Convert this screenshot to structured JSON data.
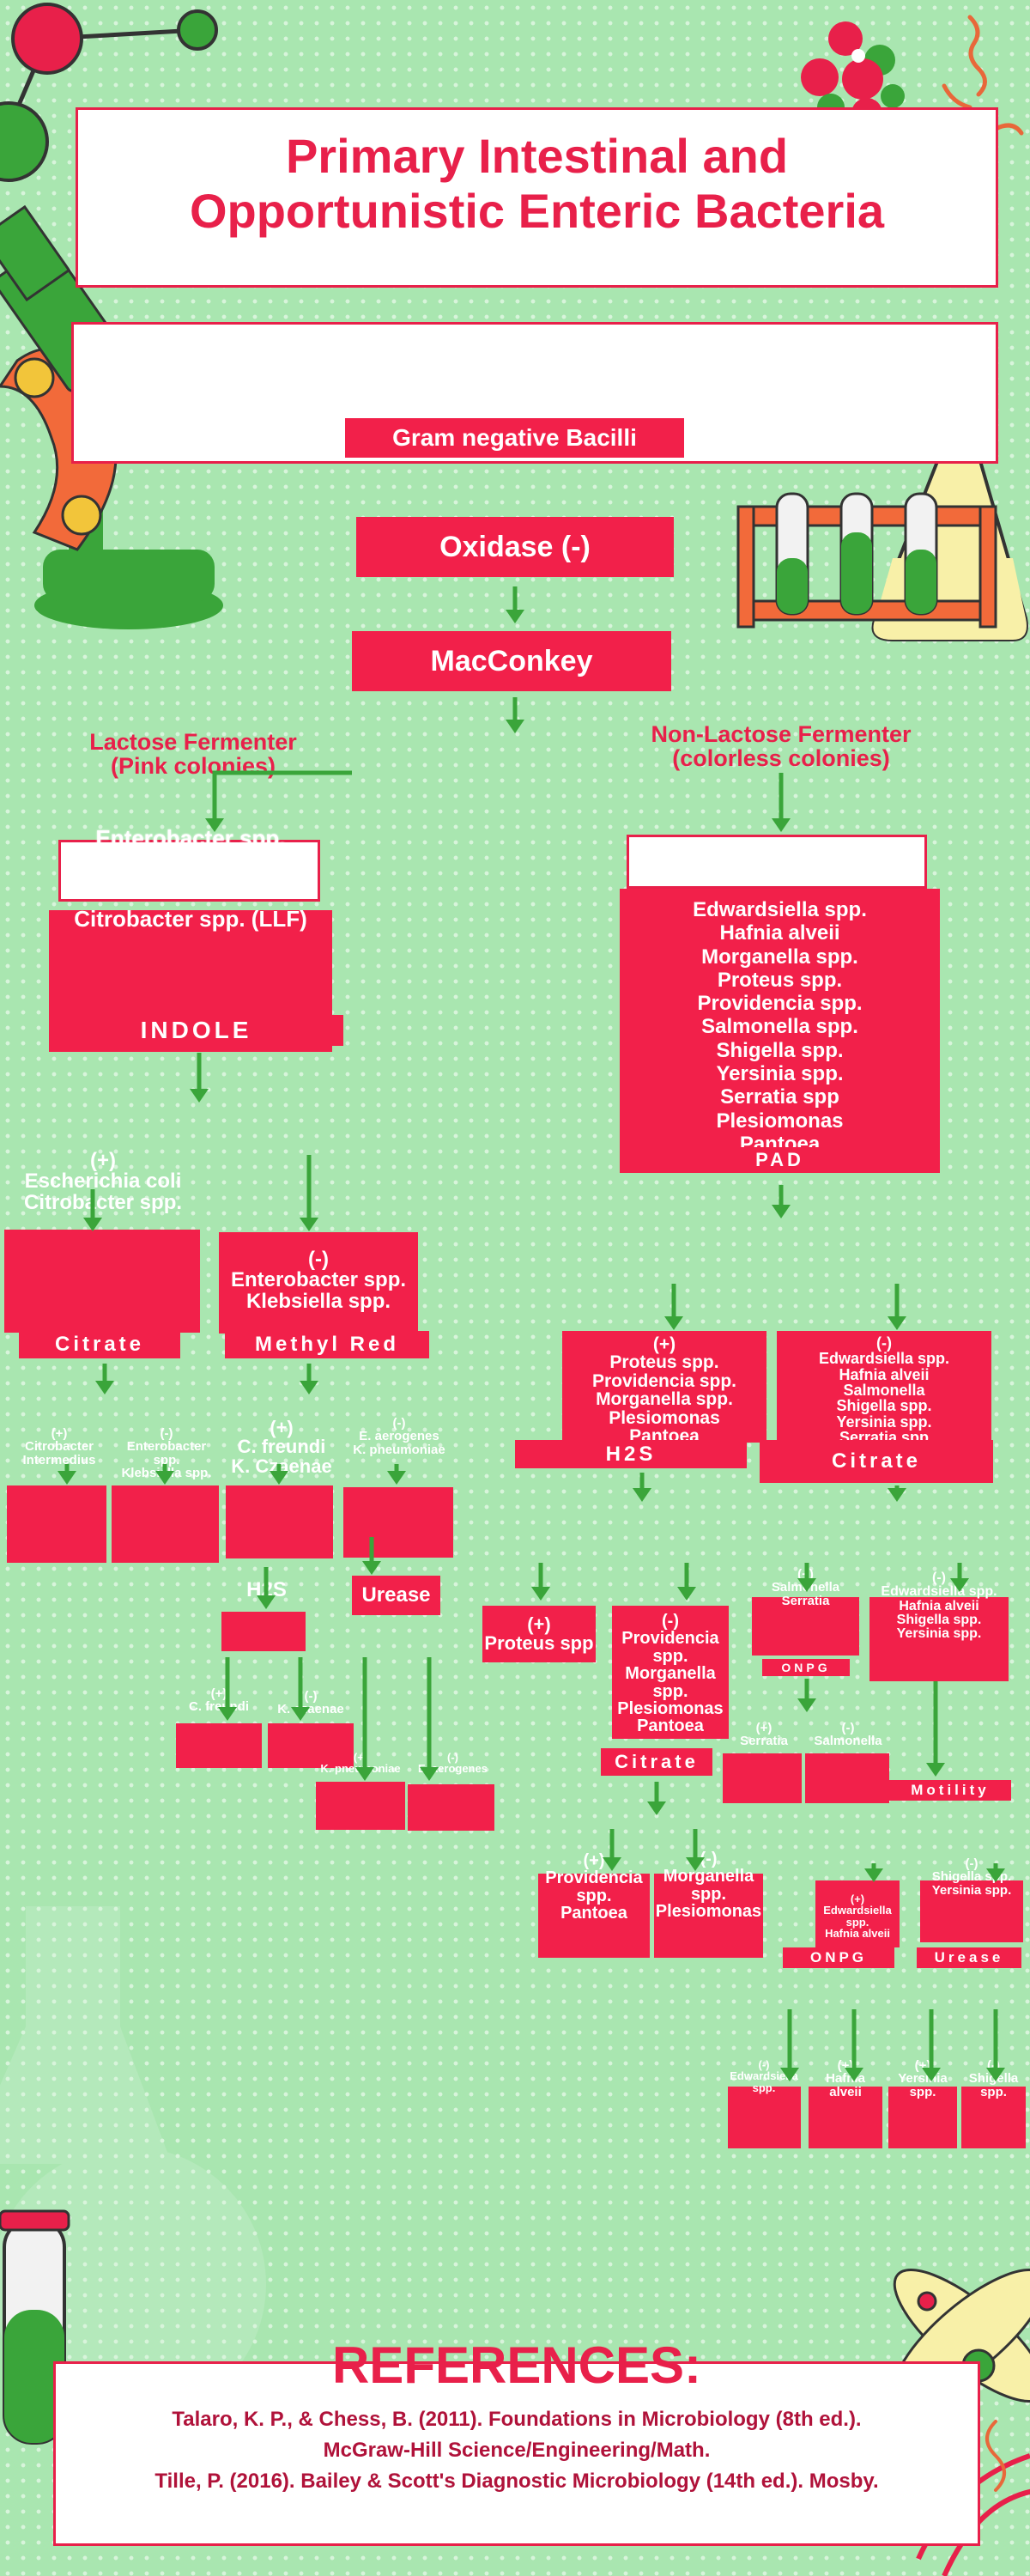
{
  "header": {
    "title_line1": "Primary Intestinal and",
    "title_line2": "Opportunistic Enteric Bacteria"
  },
  "flow": {
    "gram": "Gram negative Bacilli",
    "oxidase": "Oxidase (-)",
    "macconkey": "MacConkey",
    "lactose_fermenter": {
      "line1": "Lactose Fermenter",
      "line2": "(Pink colonies)"
    },
    "non_lactose_fermenter": {
      "line1": "Non-Lactose Fermenter",
      "line2": "(colorless colonies)"
    },
    "lf_list": [
      "Enterobacter spp.",
      "Citrobacter spp. (LLF)"
    ],
    "indole": "INDOLE",
    "indole_pos": {
      "sign": "(+)",
      "names": [
        "Escherichia coli",
        "Citrobacter spp."
      ]
    },
    "indole_neg": {
      "sign": "(-)",
      "names": [
        "Enterobacter spp.",
        "Klebsiella spp."
      ]
    },
    "citrate_left": "Citrate",
    "methyl_red": "Methyl  Red",
    "citrate_pos": {
      "sign": "(+)",
      "names": [
        "Citrobacter",
        "Intermedius"
      ]
    },
    "citrate_neg": {
      "sign": "(-)",
      "names": [
        "Enterobacter",
        "spp.",
        "Klebsiella spp."
      ]
    },
    "mr_pos": {
      "sign": "(+)",
      "names": [
        "C. freundi",
        "K. Czaenae"
      ]
    },
    "mr_neg": {
      "sign": "(-)",
      "names": [
        "E. aerogenes",
        "K. pneumoniae"
      ]
    },
    "h2s_left": "H2S",
    "urease_left": "Urease",
    "h2s_left_pos": {
      "sign": "(+)",
      "name": "C. freundi"
    },
    "h2s_left_neg": {
      "sign": "(-)",
      "name": "K. czaenae"
    },
    "urease_left_pos": {
      "sign": "(+)",
      "name": "K. pneumoniae"
    },
    "urease_left_neg": {
      "sign": "(-)",
      "name": "E. aerogenes"
    },
    "nlf_list": [
      "Edwardsiella spp.",
      "Hafnia alveii",
      "Morganella spp.",
      "Proteus spp.",
      "Providencia spp.",
      "Salmonella spp.",
      "Shigella spp.",
      "Yersinia spp.",
      "Serratia spp",
      "Plesiomonas",
      "Pantoea"
    ],
    "pad": "PAD",
    "pad_pos": {
      "sign": "(+)",
      "names": [
        "Proteus spp.",
        "Providencia spp.",
        "Morganella spp.",
        "Plesiomonas",
        "Pantoea"
      ]
    },
    "pad_neg": {
      "sign": "(-)",
      "names": [
        "Edwardsiella spp.",
        "Hafnia alveii",
        "Salmonella",
        "Shigella spp.",
        "Yersinia spp.",
        "Serratia spp"
      ]
    },
    "h2s_right": "H2S",
    "citrate_right": "Citrate",
    "h2s_right_pos": {
      "sign": "(+)",
      "name": "Proteus spp"
    },
    "h2s_right_neg": {
      "sign": "(-)",
      "names": [
        "Providencia",
        "spp.",
        "Morganella",
        "spp.",
        "Plesiomonas",
        "Pantoea"
      ]
    },
    "citrate_right_pos": {
      "sign": "(+)",
      "names": [
        "Salmonella",
        "Serratia"
      ]
    },
    "citrate_right_neg": {
      "sign": "(-)",
      "names": [
        "Edwardsiella spp.",
        "Hafnia alveii",
        "Shigella spp.",
        "Yersinia spp."
      ]
    },
    "onpg_top": "ONPG",
    "citrate_mid": "Citrate",
    "onpg_top_pos": {
      "sign": "(+)",
      "name": "Serratia"
    },
    "onpg_top_neg": {
      "sign": "(-)",
      "name": "Salmonella"
    },
    "motility": "Motility",
    "citrate_mid_pos": {
      "sign": "(+)",
      "names": [
        "Providencia",
        "spp.",
        "Pantoea"
      ]
    },
    "citrate_mid_neg": {
      "sign": "(-)",
      "names": [
        "Morganella",
        "spp.",
        "Plesiomonas"
      ]
    },
    "motility_pos": {
      "sign": "(+)",
      "names": [
        "Edwardsiella",
        "spp.",
        "Hafnia alveii"
      ]
    },
    "motility_neg": {
      "sign": "(-)",
      "names": [
        "Shigella spp.",
        "Yersinia spp."
      ]
    },
    "onpg_bottom": "ONPG",
    "urease_bottom": "Urease",
    "final": [
      {
        "sign": "(-)",
        "names": [
          "Edwardsiella",
          "spp."
        ]
      },
      {
        "sign": "(+)",
        "names": [
          "Hafnia",
          "alveii"
        ]
      },
      {
        "sign": "(+)",
        "names": [
          "Yersinia",
          "spp."
        ]
      },
      {
        "sign": "(-)",
        "names": [
          "Shigella",
          "spp."
        ]
      }
    ]
  },
  "references": {
    "heading": "REFERENCES:",
    "ref1_line1": "Talaro, K. P., & Chess, B. (2011). Foundations in Microbiology (8th ed.).",
    "ref1_line2": "McGraw-Hill Science/Engineering/Math.",
    "ref2": "Tille, P. (2016). Bailey & Scott's Diagnostic Microbiology (14th ed.). Mosby."
  },
  "colors": {
    "background": "#a9e6b0",
    "box_red": "#f2204a",
    "title_red": "#e8204a",
    "arrow_green": "#3aa53a"
  },
  "icons": [
    "molecule-icon",
    "microscope-icon",
    "flask-icon",
    "test-tubes-icon",
    "atom-icon",
    "bacteria-squiggle-icon",
    "dna-icon"
  ]
}
